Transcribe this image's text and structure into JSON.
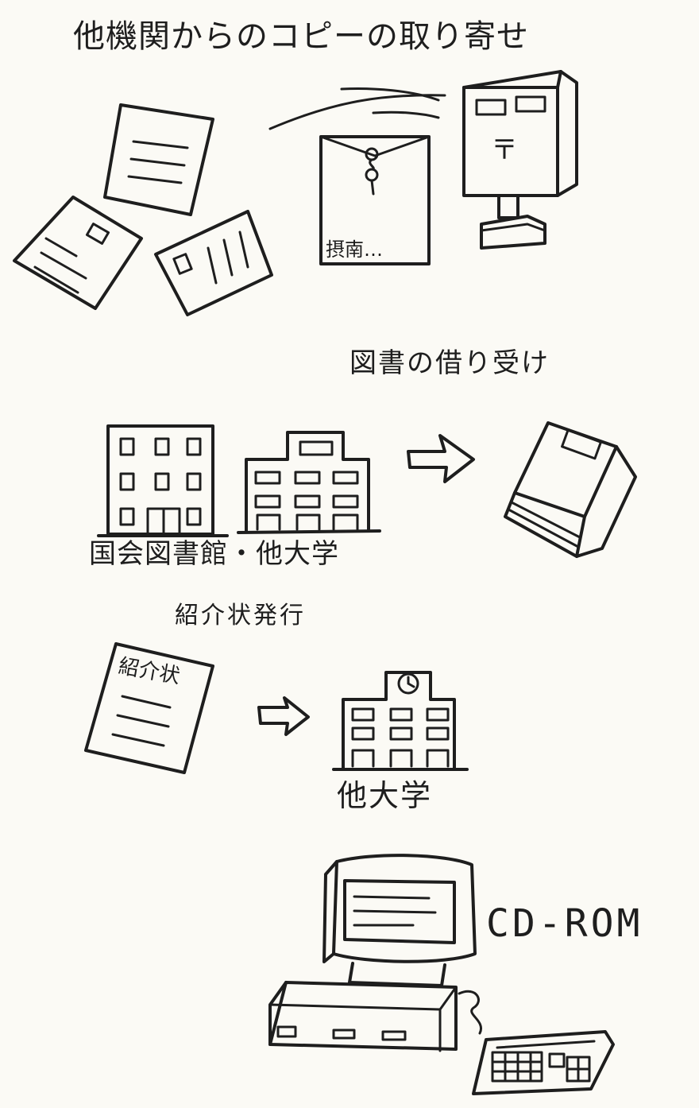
{
  "sections": {
    "copy_request": {
      "title": "他機関からのコピーの取り寄せ",
      "envelope_label": "摂南…",
      "postbox_mark": "〒"
    },
    "book_loan": {
      "title": "図書の借り受け",
      "institutions_label": "国会図書館・他大学"
    },
    "introduction_letter": {
      "title": "紹介状発行",
      "letter_heading": "紹介状",
      "destination_label": "他大学"
    },
    "cdrom": {
      "label": "CD-ROM"
    }
  }
}
